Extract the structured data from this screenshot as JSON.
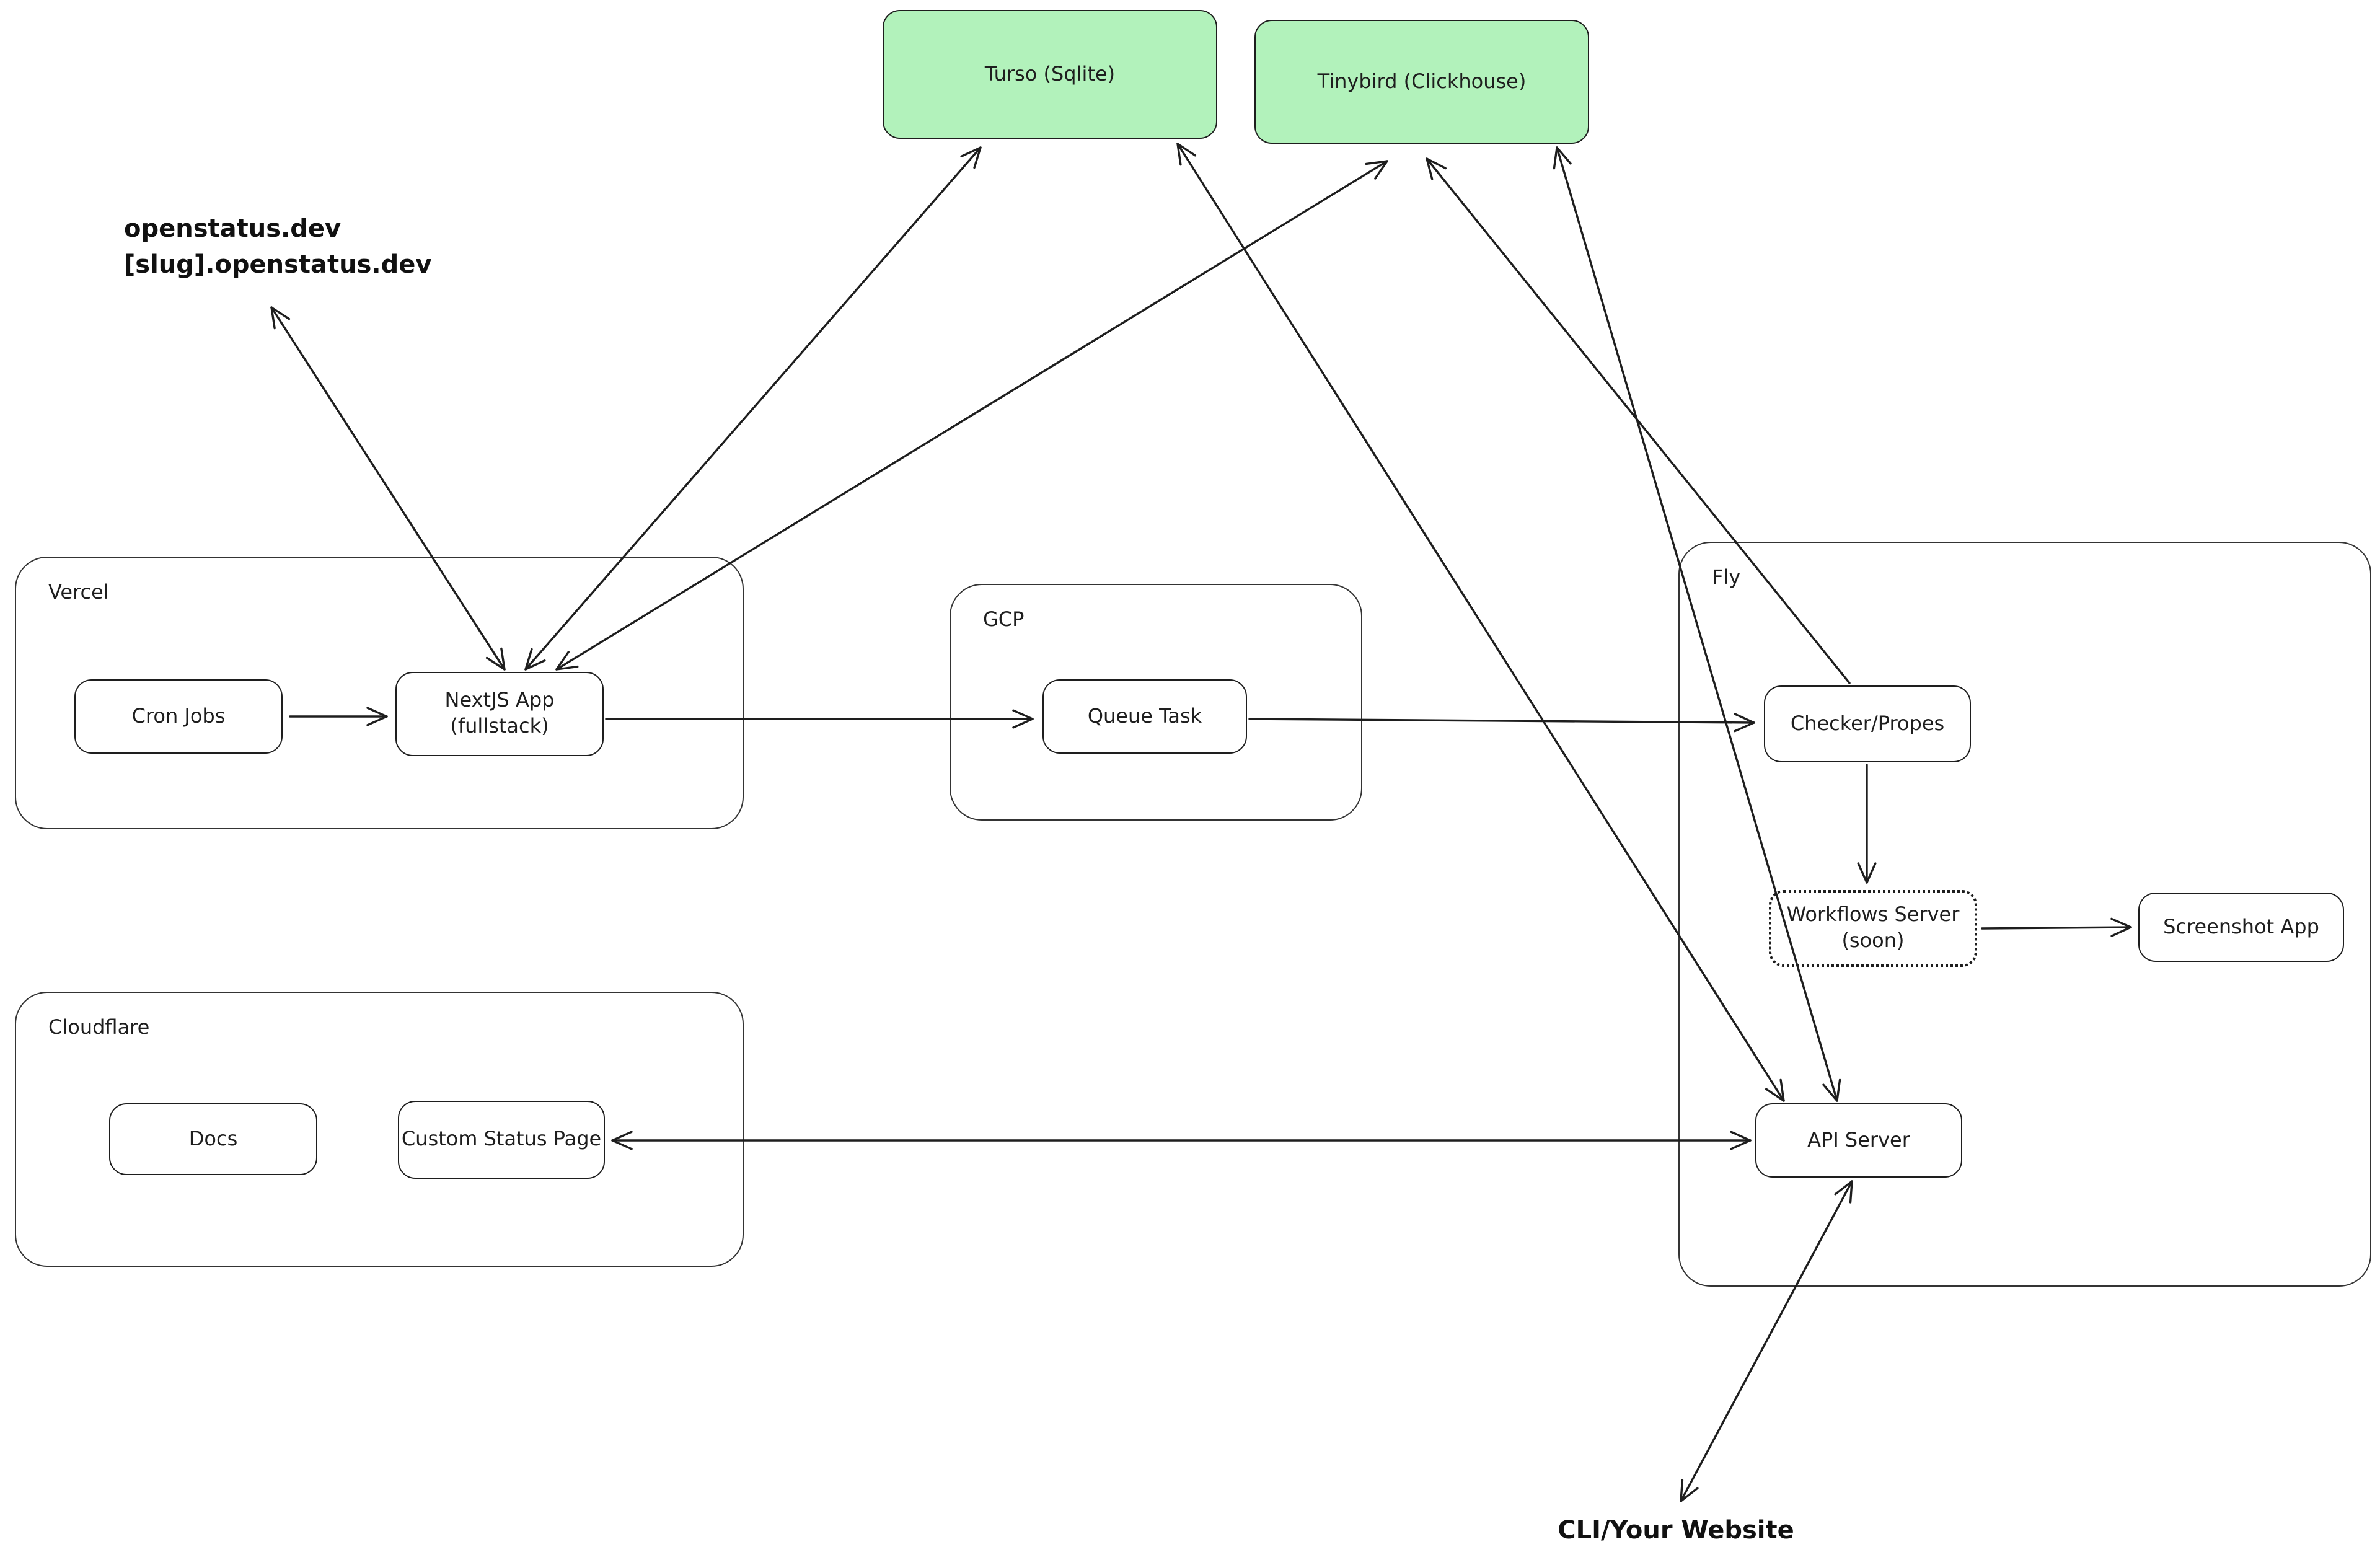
{
  "colors": {
    "background": "#ffffff",
    "database_fill": "#b2f2bb",
    "stroke": "#1e1e1e"
  },
  "diagram": {
    "databases": {
      "turso": {
        "label": "Turso (Sqlite)"
      },
      "tinybird": {
        "label": "Tinybird (Clickhouse)"
      }
    },
    "containers": {
      "vercel": {
        "label": "Vercel"
      },
      "gcp": {
        "label": "GCP"
      },
      "fly": {
        "label": "Fly"
      },
      "cloudflare": {
        "label": "Cloudflare"
      }
    },
    "services": {
      "cron_jobs": {
        "label": "Cron Jobs"
      },
      "nextjs_app": {
        "line1": "NextJS App",
        "line2": "(fullstack)"
      },
      "queue_task": {
        "label": "Queue Task"
      },
      "checker": {
        "label": "Checker/Propes"
      },
      "workflows": {
        "line1": "Workflows Server",
        "line2": "(soon)"
      },
      "screenshot_app": {
        "label": "Screenshot App"
      },
      "api_server": {
        "label": "API Server"
      },
      "docs": {
        "label": "Docs"
      },
      "custom_status_page": {
        "label": "Custom Status Page"
      }
    },
    "annotations": {
      "domains": {
        "line1": "openstatus.dev",
        "line2": "[slug].openstatus.dev"
      },
      "cli": {
        "label": "CLI/Your Website"
      }
    },
    "edges": [
      {
        "from": "cron_jobs",
        "to": "nextjs_app",
        "heads": "end"
      },
      {
        "from": "nextjs_app",
        "to": "queue_task",
        "heads": "end"
      },
      {
        "from": "queue_task",
        "to": "checker",
        "heads": "end"
      },
      {
        "from": "domains",
        "to": "nextjs_app",
        "heads": "both"
      },
      {
        "from": "nextjs_app",
        "to": "turso",
        "heads": "both"
      },
      {
        "from": "nextjs_app",
        "to": "tinybird",
        "heads": "both"
      },
      {
        "from": "checker",
        "to": "tinybird",
        "heads": "end"
      },
      {
        "from": "turso",
        "to": "api_server",
        "heads": "both"
      },
      {
        "from": "tinybird",
        "to": "api_server",
        "heads": "both"
      },
      {
        "from": "checker",
        "to": "workflows",
        "heads": "end"
      },
      {
        "from": "workflows",
        "to": "screenshot_app",
        "heads": "end"
      },
      {
        "from": "api_server",
        "to": "custom_status_page",
        "heads": "both"
      },
      {
        "from": "api_server",
        "to": "cli",
        "heads": "both"
      }
    ]
  }
}
